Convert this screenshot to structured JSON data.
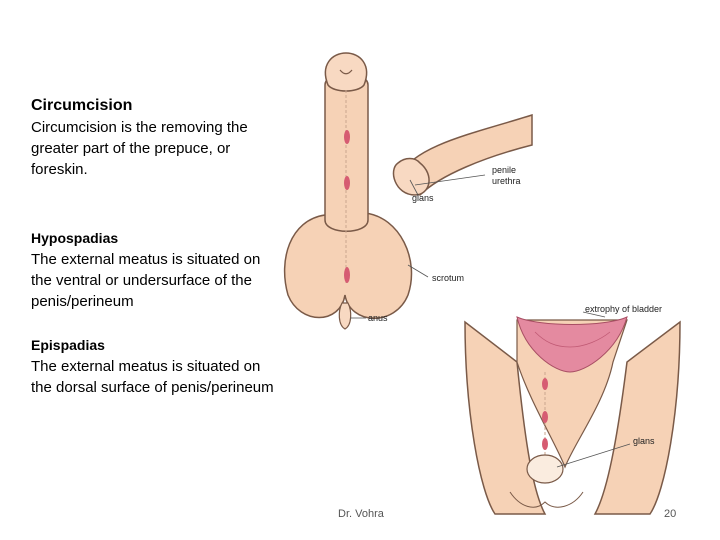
{
  "sections": [
    {
      "title": "Circumcision",
      "body": "Circumcision is the removing the greater part of the prepuce, or foreskin."
    },
    {
      "title": "Hypospadias",
      "body": "The external meatus is situated on the ventral or undersurface of the penis/perineum"
    },
    {
      "title": "Epispadias",
      "body": "The external meatus is situated on the dorsal surface of penis/perineum"
    }
  ],
  "figure_labels": {
    "penile_urethra_1": "penile",
    "penile_urethra_2": "urethra",
    "glans_top": "glans",
    "scrotum": "scrotum",
    "anus": "anus",
    "exstrophy": "extrophy of bladder",
    "glans_bottom": "glans"
  },
  "footer": {
    "author": "Dr. Vohra",
    "page": "20"
  },
  "colors": {
    "skin": "#f6d2b6",
    "outline": "#7a5a48",
    "lesion": "#d65c72",
    "bladder": "#e48aa0"
  }
}
